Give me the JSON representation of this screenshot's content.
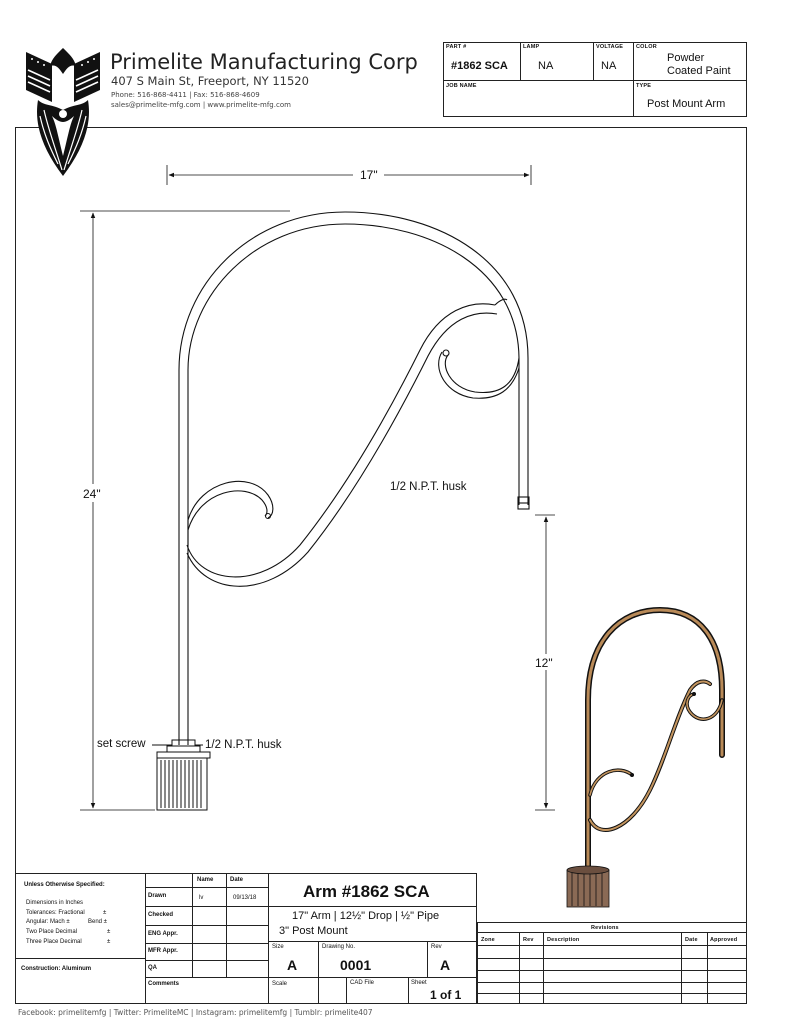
{
  "company": {
    "name": "Primelite Manufacturing Corp",
    "address": "407 S Main St, Freeport, NY 11520",
    "phone_fax": "Phone: 516-868-4411 | Fax: 516-868-4609",
    "email_web": "sales@primelite-mfg.com | www.primelite-mfg.com"
  },
  "header": {
    "part_label": "PART #",
    "part_value": "#1862 SCA",
    "lamp_label": "LAMP",
    "lamp_value": "NA",
    "voltage_label": "VOLTAGE",
    "voltage_value": "NA",
    "color_label": "COLOR",
    "color_value_1": "Powder",
    "color_value_2": "Coated Paint",
    "job_label": "JOB NAME",
    "job_value": "",
    "type_label": "TYPE",
    "type_value": "Post Mount Arm"
  },
  "drawing": {
    "dim_width": "17\"",
    "dim_height": "24\"",
    "dim_drop": "12\"",
    "husk_right": "1/2 N.P.T. husk",
    "husk_left": "1/2 N.P.T. husk",
    "set_screw": "set screw"
  },
  "title_block": {
    "unless": "Unless Otherwise Specified:",
    "dims": "Dimensions in Inches",
    "tol_frac": "Tolerances: Fractional",
    "tol_frac_val": "±",
    "angular": "Angular: Mach ±",
    "bend": "Bend ±",
    "two_place": "Two Place Decimal",
    "two_place_val": "±",
    "three_place": "Three Place Decimal",
    "three_place_val": "±",
    "construction": "Construction: Aluminum",
    "name_header": "Name",
    "date_header": "Date",
    "drawn_label": "Drawn",
    "drawn_name": "lv",
    "drawn_date": "09/13/18",
    "checked_label": "Checked",
    "eng_label": "ENG Appr.",
    "mfr_label": "MFR Appr.",
    "qa_label": "QA",
    "comments_label": "Comments",
    "title": "Arm #1862 SCA",
    "desc_1": "17\" Arm | 12½\" Drop | ½\" Pipe",
    "desc_2": "3\" Post Mount",
    "size_label": "Size",
    "size_value": "A",
    "drawing_no_label": "Drawing  No.",
    "drawing_no_value": "0001",
    "rev_label": "Rev",
    "rev_value": "A",
    "scale_label": "Scale",
    "cad_label": "CAD File",
    "sheet_label": "Sheet",
    "sheet_value": "1 of 1"
  },
  "revisions": {
    "title": "Revisions",
    "columns": [
      "Zone",
      "Rev",
      "Description",
      "Date",
      "Approved"
    ]
  },
  "footer": "Facebook: primelitemfg | Twitter: PrimeliteMC | Instagram: primelitemfg | Tumblr: primelite407"
}
